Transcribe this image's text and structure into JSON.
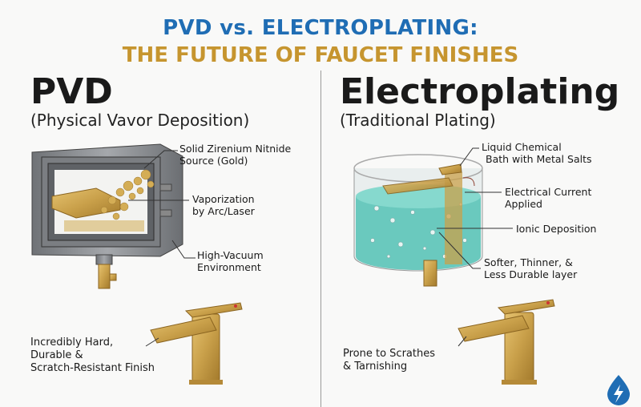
{
  "title": {
    "line1": "PVD vs. ELECTROPLATING:",
    "line2": "THE FUTURE OF FAUCET FINISHES"
  },
  "pvd": {
    "heading": "PVD",
    "subheading": "(Physical Vavor Deposition)",
    "labels": [
      {
        "line1": "Solid Zirenium Nitnide",
        "line2": "Source (Gold)"
      },
      {
        "line1": "Vaporization",
        "line2": "by Arc/Laser"
      },
      {
        "line1": "High-Vacuum",
        "line2": "Environment"
      }
    ],
    "result": {
      "line1": "Incredibly Hard,",
      "line2": "Durable &",
      "line3": "Scratch-Resistant Finish"
    }
  },
  "electroplating": {
    "heading": "Electroplating",
    "subheading": "(Traditional Plating)",
    "labels": [
      {
        "line1": "Liquid Chemical",
        "line2": "Bath with Metal Salts"
      },
      {
        "line1": "Electrical Current",
        "line2": "Applied"
      },
      {
        "line1": "Ionic Deposition",
        "line2": ""
      },
      {
        "line1": "Softer, Thinner, &",
        "line2": "Less Durable layer"
      }
    ],
    "result": {
      "line1": "Prone to Scrathes",
      "line2": "& Tarnishing"
    }
  },
  "colors": {
    "blue": "#1f6db4",
    "gold": "#c6952f",
    "liquid": "#5fc8bd",
    "steel": "#8d8f93"
  }
}
